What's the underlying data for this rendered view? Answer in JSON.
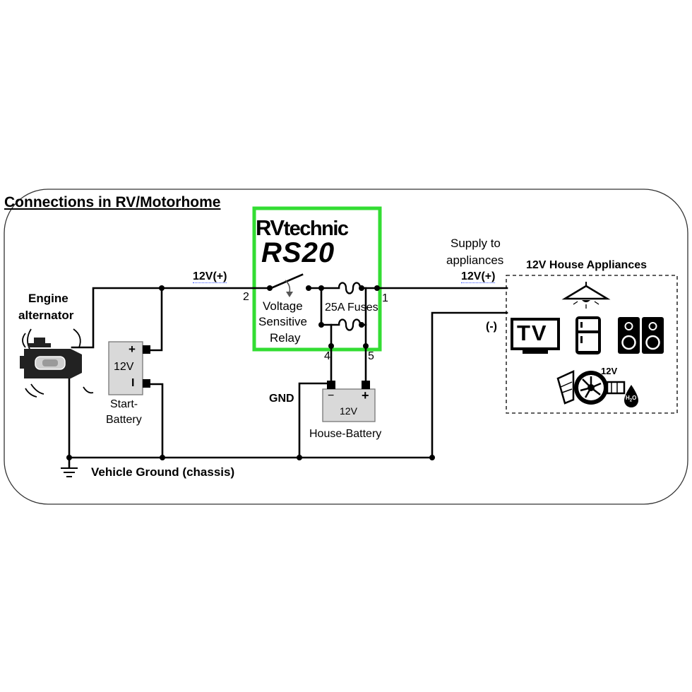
{
  "diagram": {
    "title": "Connections in RV/Motorhome",
    "brand": {
      "line1_prefix": "RV",
      "line1_suffix": "technic",
      "line2": "RS20"
    },
    "relay_label": [
      "Voltage",
      "Sensitive",
      "Relay"
    ],
    "fuses_label": "25A Fuses",
    "terminals": {
      "t1": "1",
      "t2": "2",
      "t4": "4",
      "t5": "5"
    },
    "wire_12v_label": "12V(+)",
    "supply_label": [
      "Supply to",
      "appliances"
    ],
    "supply_voltage": "12V(+)",
    "negative_label": "(-)",
    "gnd_label": "GND",
    "vehicle_ground_label": "Vehicle Ground (chassis)",
    "engine_label": [
      "Engine",
      "alternator"
    ],
    "start_battery": {
      "plus": "+",
      "voltage": "12V",
      "minus": "I",
      "label": [
        "Start-",
        "Battery"
      ]
    },
    "house_battery": {
      "minus": "−",
      "plus": "+",
      "voltage": "12V",
      "label": "House-Battery"
    },
    "appliances": {
      "title": "12V House Appliances",
      "tv_text": "TV",
      "pump_voltage": "12V",
      "water_symbol": "H",
      "water_subscript": "2",
      "water_symbol_end": "O"
    },
    "colors": {
      "relay_box": "#33dd33",
      "wire": "#000000",
      "battery_fill": "#d9d9d9"
    }
  }
}
